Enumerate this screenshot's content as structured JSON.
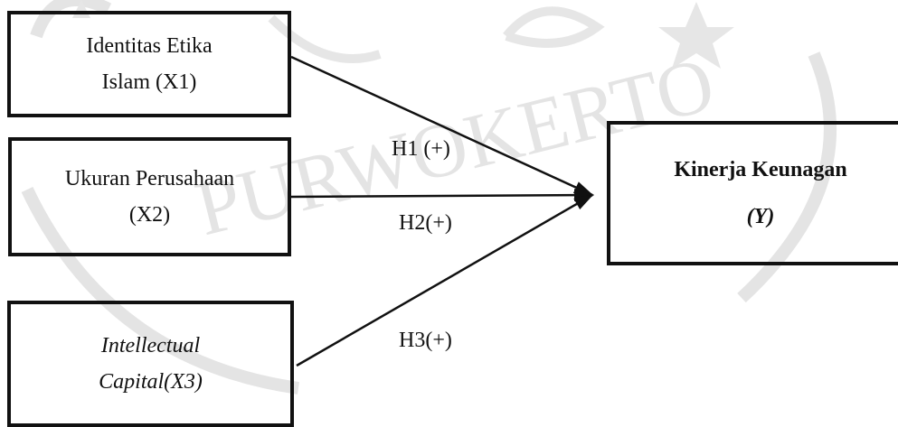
{
  "watermark": {
    "text": "PURWOKERTO"
  },
  "boxes": {
    "x1": {
      "line1": "Identitas Etika",
      "line2": "Islam (X1)"
    },
    "x2": {
      "line1": "Ukuran Perusahaan",
      "line2": "(X2)"
    },
    "x3": {
      "line1": "Intellectual",
      "line2": "Capital(X3)"
    },
    "y": {
      "line1": "Kinerja Keunagan",
      "line2": "(Y)"
    }
  },
  "hypotheses": {
    "h1": "H1 (+)",
    "h2": "H2(+)",
    "h3": "H3(+)"
  }
}
